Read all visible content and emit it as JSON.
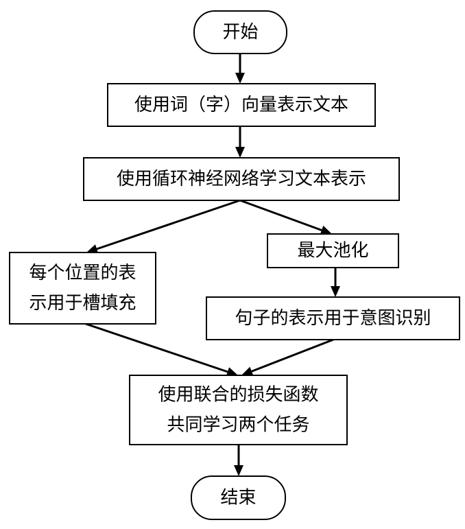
{
  "diagram": {
    "type": "flowchart",
    "nodes": [
      {
        "id": "start",
        "shape": "terminal",
        "lines": [
          "开始"
        ]
      },
      {
        "id": "embed",
        "shape": "process",
        "lines": [
          "使用词（字）向量表示文本"
        ]
      },
      {
        "id": "rnn",
        "shape": "process",
        "lines": [
          "使用循环神经网络学习文本表示"
        ]
      },
      {
        "id": "slot",
        "shape": "process",
        "lines": [
          "每个位置的表",
          "示用于槽填充"
        ]
      },
      {
        "id": "maxpool",
        "shape": "process",
        "lines": [
          "最大池化"
        ]
      },
      {
        "id": "intent",
        "shape": "process",
        "lines": [
          "句子的表示用于意图识别"
        ]
      },
      {
        "id": "joint",
        "shape": "process",
        "lines": [
          "使用联合的损失函数",
          "共同学习两个任务"
        ]
      },
      {
        "id": "end",
        "shape": "terminal",
        "lines": [
          "结束"
        ]
      }
    ],
    "edges": [
      {
        "from": "start",
        "to": "embed"
      },
      {
        "from": "embed",
        "to": "rnn"
      },
      {
        "from": "rnn",
        "to": "slot"
      },
      {
        "from": "rnn",
        "to": "maxpool"
      },
      {
        "from": "maxpool",
        "to": "intent"
      },
      {
        "from": "slot",
        "to": "joint"
      },
      {
        "from": "intent",
        "to": "joint"
      },
      {
        "from": "joint",
        "to": "end"
      }
    ]
  }
}
